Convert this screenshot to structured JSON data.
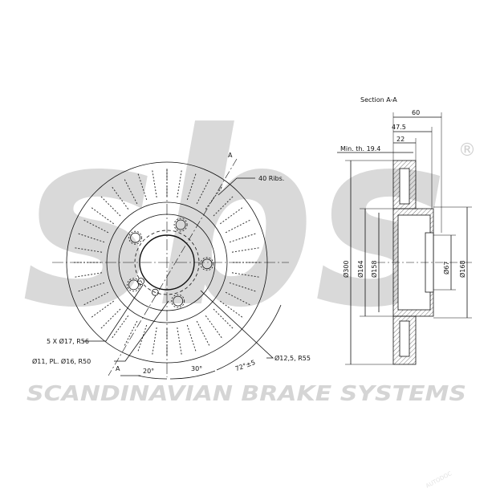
{
  "brand": {
    "logo_text": "sbs",
    "registered_mark": "®",
    "tagline": "SCANDINAVIAN BRAKE SYSTEMS",
    "logo_color": "#d9d9d9",
    "tagline_color": "#d5d5d5"
  },
  "front_view": {
    "label_a_top": "A",
    "label_ribs": "40 Ribs.",
    "label_bolts": "5 X Ø17, R56",
    "label_holes": "Ø11, PL. Ø16, R50",
    "label_a_bottom": "A",
    "label_angle_20": "20°",
    "label_angle_30": "30°",
    "label_angle_72": "72°±5",
    "label_r55": "Ø12,5, R55"
  },
  "section_view": {
    "title": "Section A-A",
    "dim_60": "60",
    "dim_47_5": "47.5",
    "dim_22": "22",
    "dim_min_th": "Min. th. 19.4",
    "dim_300": "Ø300",
    "dim_164": "Ø164",
    "dim_158": "Ø158",
    "dim_67": "Ø67",
    "dim_168": "Ø168"
  },
  "watermark": "AUTODOC"
}
